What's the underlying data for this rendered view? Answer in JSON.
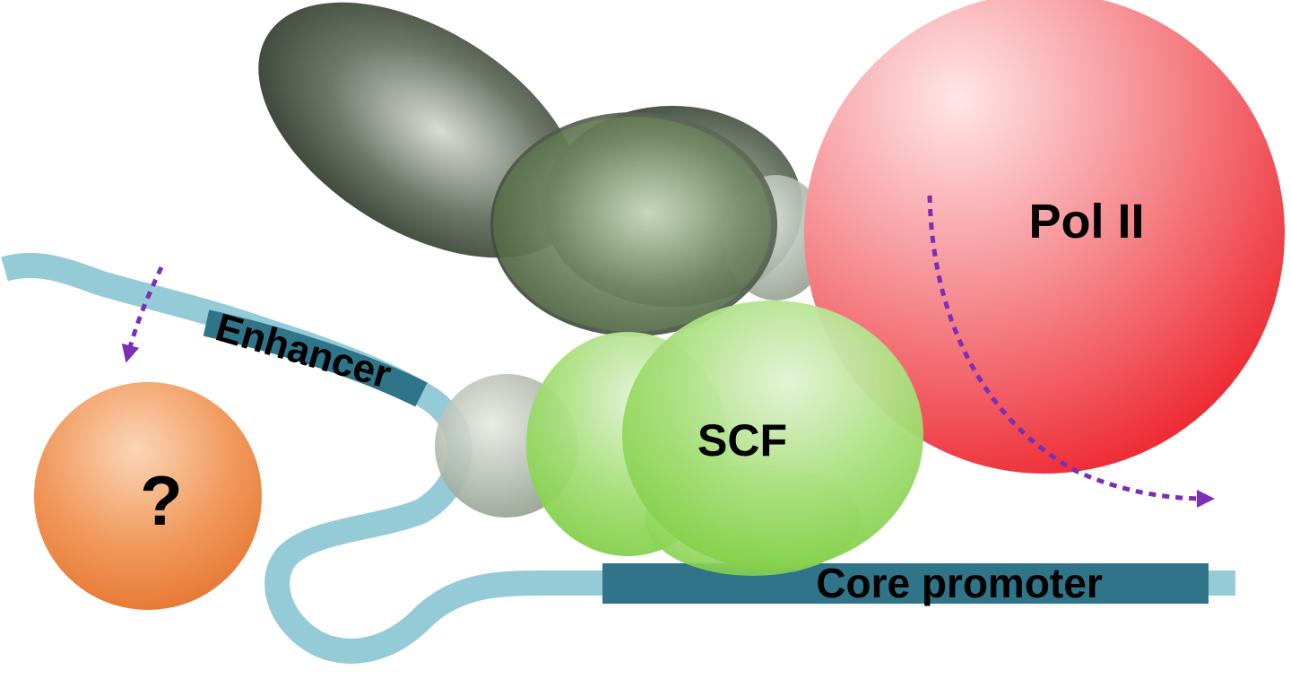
{
  "labels": {
    "polymerase": "Pol II",
    "complex": "SCF",
    "enhancer": "Enhancer",
    "promoter": "Core promoter",
    "unknown_factor": "?"
  },
  "colors": {
    "dna": "#94cbd7",
    "dna_region": "#2f7489",
    "pol2": "#f25761",
    "scf": "#8fd856",
    "unknown_factor": "#ee8f4e",
    "dark_subunits": "#5c6a5c",
    "arrow": "#7a2fb6"
  }
}
